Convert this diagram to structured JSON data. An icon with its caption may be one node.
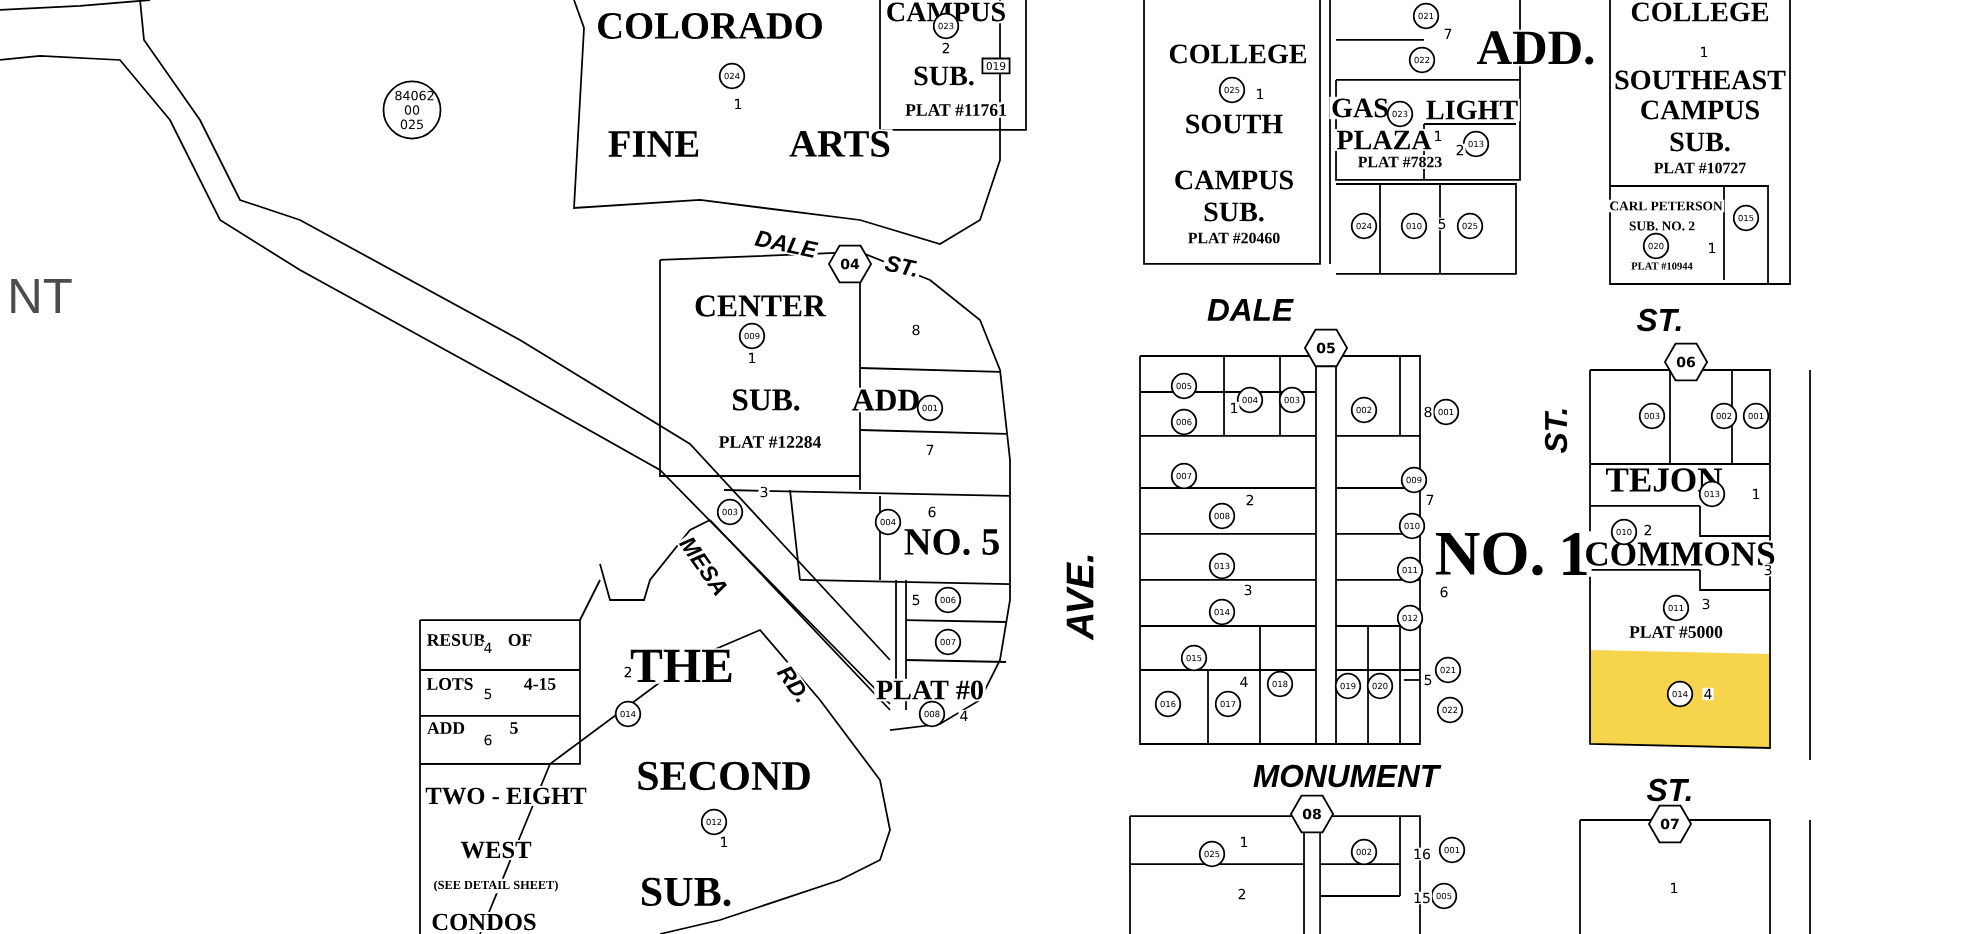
{
  "diagram": {
    "labels": [
      "COLORADO",
      "FINE",
      "ARTS",
      "CAMPUS",
      "SUB.",
      "PLAT #11761",
      "COLLEGE",
      "SOUTH",
      "CAMPUS",
      "SUB.",
      "PLAT #20460",
      "COLLEGE",
      "SOUTHEAST",
      "CAMPUS",
      "SUB.",
      "PLAT #10727",
      "CARL PETERSON",
      "SUB. NO. 2",
      "PLAT #10944",
      "ADD.",
      "GAS",
      "LIGHT",
      "PLAZA",
      "PLAT #7823",
      "CENTER",
      "SUB.",
      "PLAT #12284",
      "ADD",
      "NO. 5",
      "PLAT #0",
      "THE",
      "SECOND",
      "SUB.",
      "RESUB",
      "OF",
      "LOTS",
      "4-15",
      "ADD",
      "5",
      "TWO - EIGHT",
      "WEST",
      "(SEE DETAIL SHEET)",
      "CONDOS",
      "NO.",
      "1",
      "TEJON",
      "COMMONS",
      "PLAT #5000",
      "DALE",
      "ST.",
      "DALE",
      "ST.",
      "AVE.",
      "ST.",
      "MONUMENT",
      "ST.",
      "MESA",
      "RD.",
      "NT",
      "84062 00 025",
      "024",
      "023",
      "019",
      "025",
      "009",
      "001",
      "003",
      "004",
      "006",
      "007",
      "014",
      "008",
      "012",
      "021",
      "022",
      "023",
      "013",
      "024",
      "010",
      "025",
      "015",
      "020",
      "005",
      "006",
      "004",
      "003",
      "002",
      "001",
      "007",
      "009",
      "008",
      "010",
      "013",
      "011",
      "014",
      "012",
      "015",
      "016",
      "017",
      "018",
      "019",
      "020",
      "021",
      "022",
      "003",
      "002",
      "001",
      "013",
      "010",
      "011",
      "014",
      "025",
      "002",
      "001",
      "005",
      "04",
      "05",
      "06",
      "08",
      "07",
      "1",
      "2",
      "1",
      "8",
      "7",
      "3",
      "6",
      "5",
      "4",
      "2",
      "4",
      "5",
      "6",
      "1",
      "1",
      "7",
      "1",
      "2",
      "5",
      "1",
      "1",
      "1",
      "8",
      "2",
      "7",
      "3",
      "6",
      "4",
      "5",
      "1",
      "2",
      "3",
      "3",
      "4",
      "1",
      "2",
      "16",
      "15",
      "1"
    ]
  }
}
